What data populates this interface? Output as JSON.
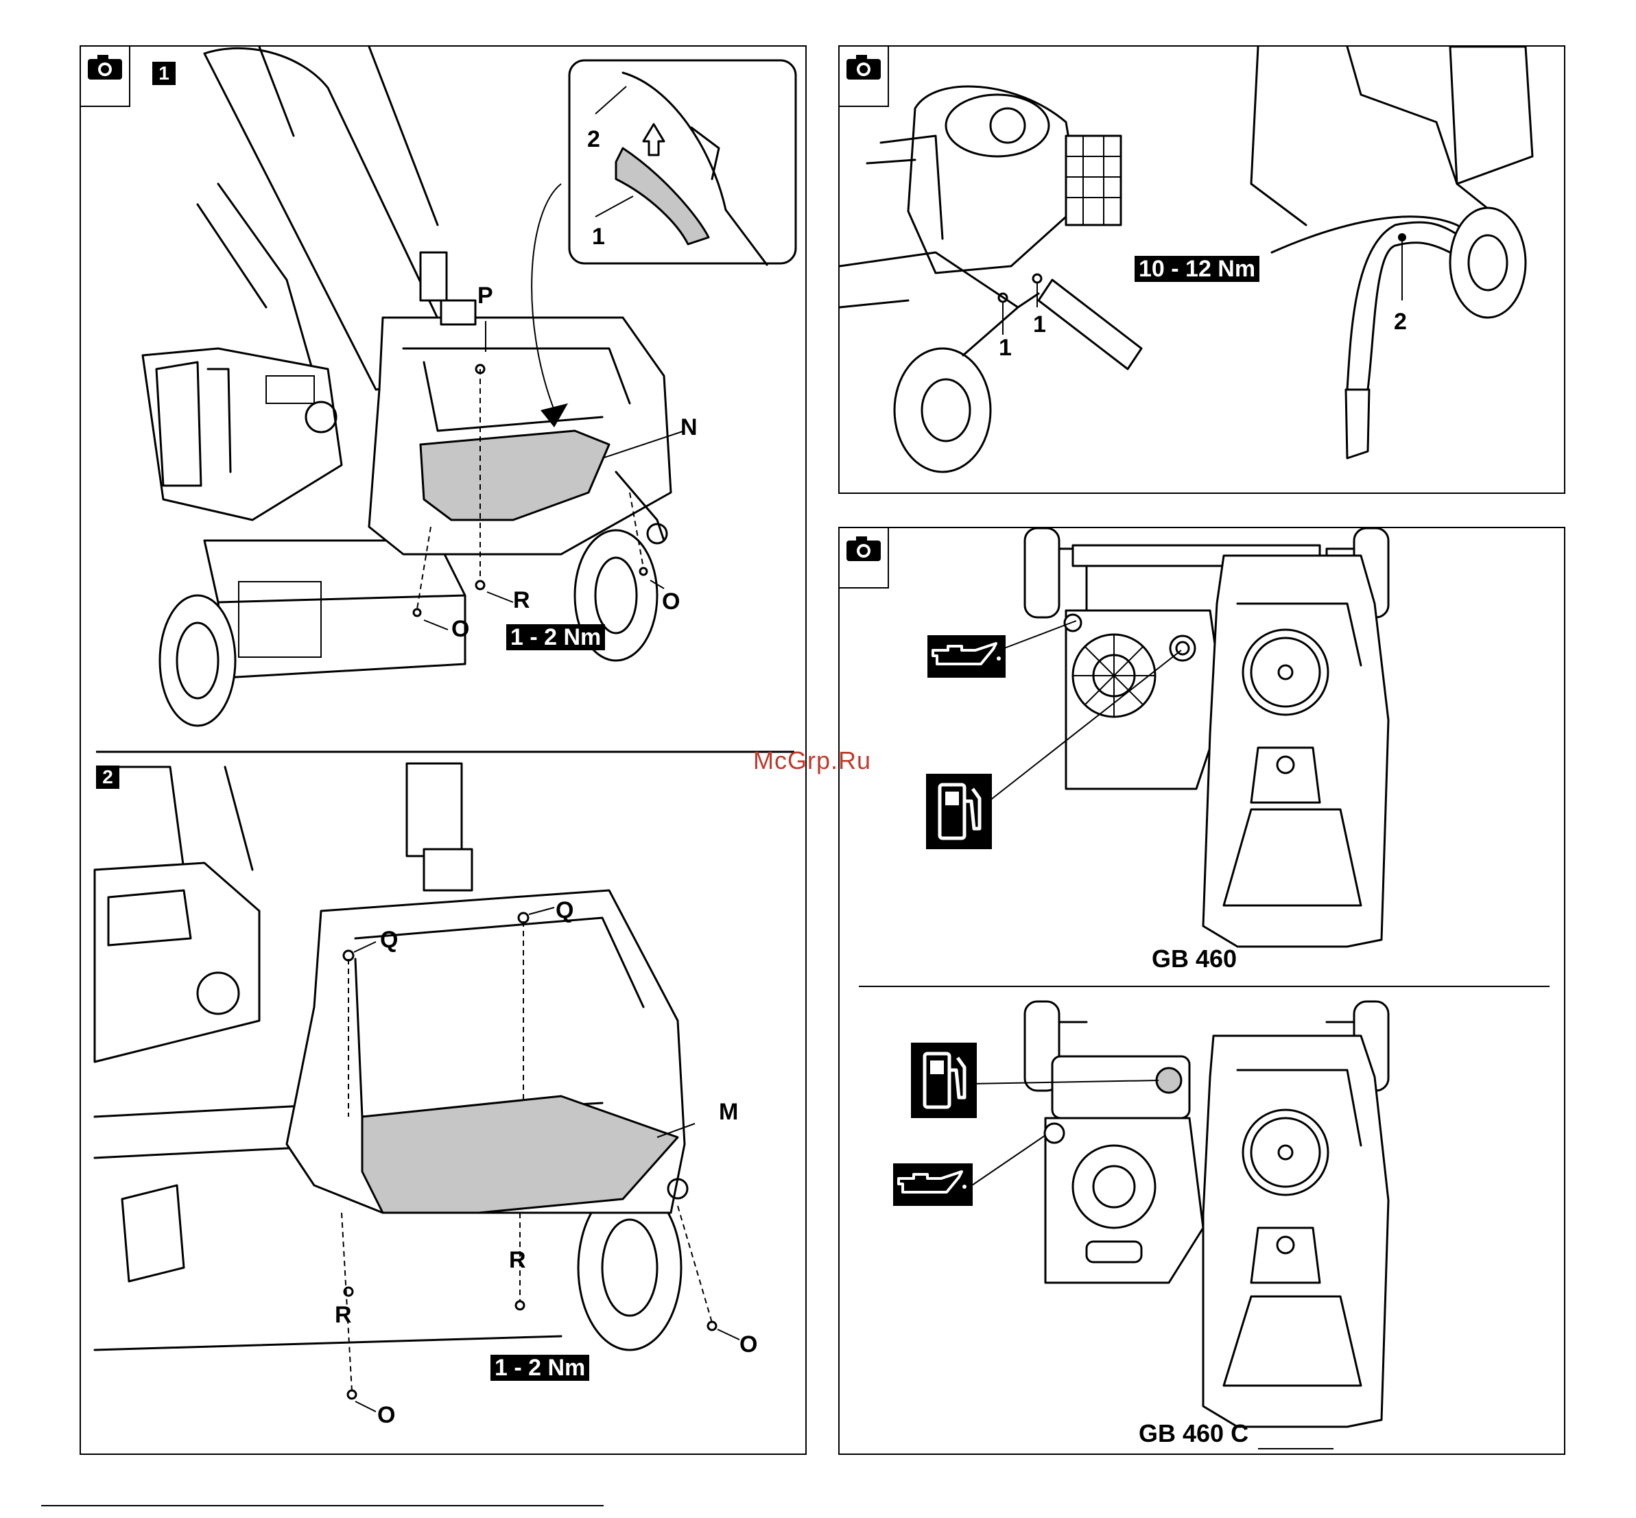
{
  "watermark": "McGrp.Ru",
  "panel_left": {
    "step1": {
      "badge": "1",
      "labels": {
        "inset_2": "2",
        "inset_1": "1",
        "P": "P",
        "N": "N",
        "R": "R",
        "O_right": "O",
        "O_left": "O"
      },
      "torque": "1 - 2 Nm"
    },
    "step2": {
      "badge": "2",
      "labels": {
        "Q_left": "Q",
        "Q_right": "Q",
        "M": "M",
        "R_left": "R",
        "R_right": "R",
        "O_bottom": "O",
        "O_right": "O"
      },
      "torque": "1 - 2 Nm"
    }
  },
  "panel_top_right": {
    "torque": "10 - 12 Nm",
    "labels": {
      "bolt_1a": "1",
      "bolt_1b": "1",
      "handle_2": "2"
    }
  },
  "panel_bottom_right": {
    "model_top": "GB 460",
    "model_bottom": "GB 460 C",
    "icons": [
      "oil-can-icon",
      "fuel-pump-icon",
      "fuel-pump-icon",
      "oil-can-icon"
    ]
  }
}
